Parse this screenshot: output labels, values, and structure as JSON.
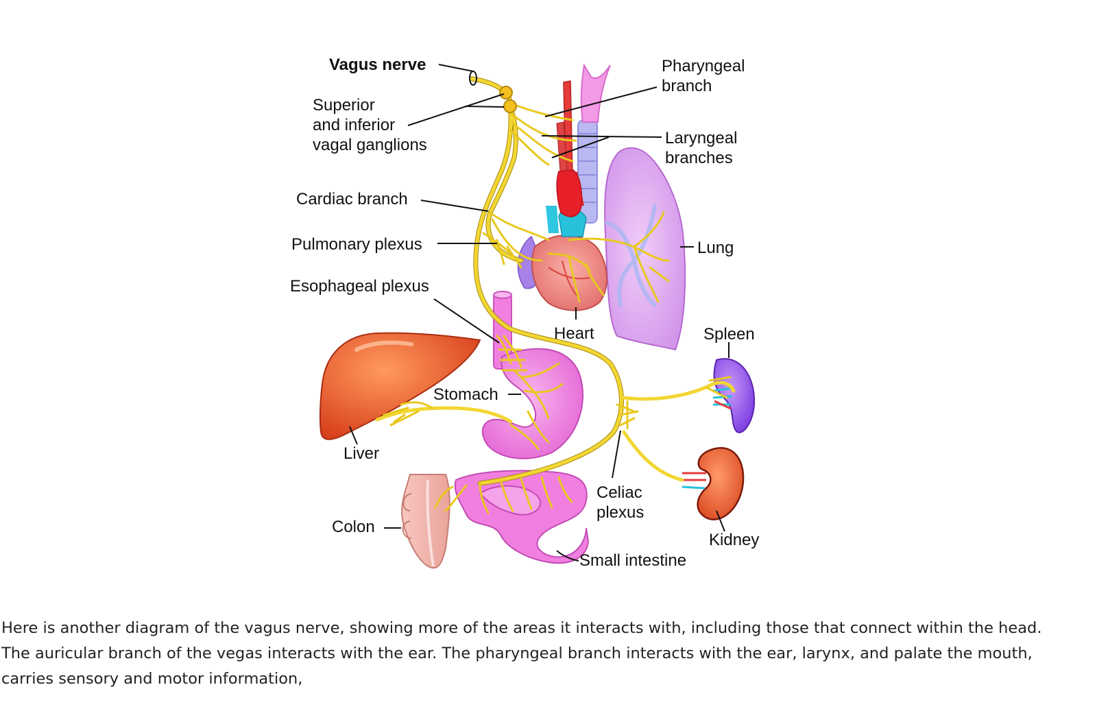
{
  "labels": {
    "vagus_nerve": "Vagus nerve",
    "ganglia_1": "Superior",
    "ganglia_2": "and inferior",
    "ganglia_3": "vagal ganglions",
    "pharyngeal_1": "Pharyngeal",
    "pharyngeal_2": "branch",
    "laryngeal_1": "Laryngeal",
    "laryngeal_2": "branches",
    "cardiac": "Cardiac branch",
    "pulmonary": "Pulmonary plexus",
    "lung": "Lung",
    "esophageal": "Esophageal plexus",
    "heart": "Heart",
    "spleen": "Spleen",
    "stomach": "Stomach",
    "liver": "Liver",
    "celiac_1": "Celiac",
    "celiac_2": "plexus",
    "kidney": "Kidney",
    "colon": "Colon",
    "small_intestine": "Small intestine"
  },
  "caption": {
    "line1": "Here is another diagram of the vagus nerve, showing more of the areas it interacts with, including those that connect within the head.",
    "line2": "The auricular branch of the vegas interacts with the ear.  The pharyngeal branch interacts with the ear, larynx, and palate the mouth,",
    "line3": "carries sensory and motor information,"
  },
  "colors": {
    "nerve": "#f2d633",
    "liver": "#e8552a",
    "stomach": "#f07fe0",
    "lung": "#dc9cf0",
    "heart": "#f08a8a",
    "spleen": "#9a5cf0",
    "kidney": "#ef6a3a",
    "colon": "#f4b8b0"
  }
}
